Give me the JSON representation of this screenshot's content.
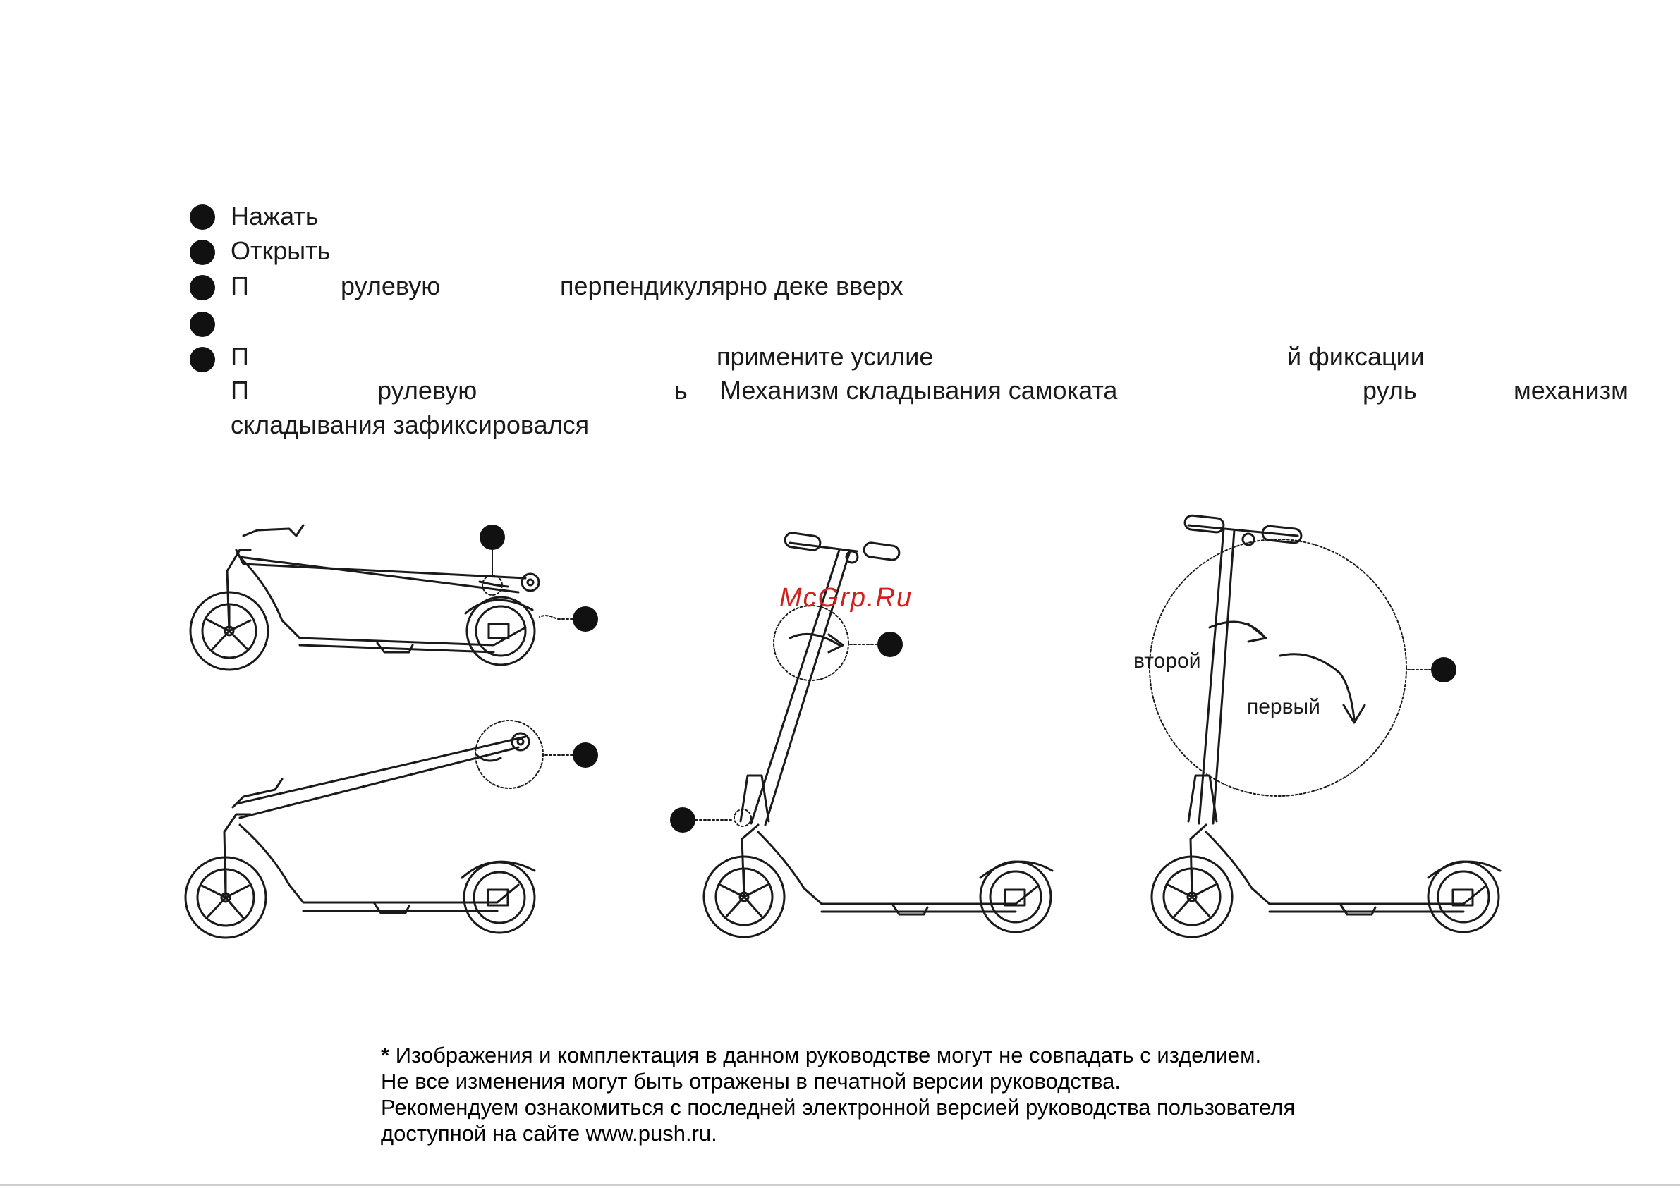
{
  "steps": {
    "s1": "Нажать",
    "s2": "Открыть",
    "s3": {
      "p": "П",
      "w1": "рулевую",
      "w2": "перпендикулярно деке вверх"
    },
    "s5": {
      "p": "П",
      "w1": "примените усилие",
      "w2": "й фиксации"
    },
    "s5b": {
      "p": "П",
      "w1": "рулевую",
      "w2": "ь",
      "w3": "Механизм складывания самоката",
      "w4": "руль",
      "w5": "механизм"
    },
    "s5c": "складывания зафиксировался"
  },
  "figure": {
    "watermark": "McGrp.Ru",
    "label_second": "второй",
    "label_first": "первый"
  },
  "footnote": {
    "star": "*",
    "line1": " Изображения и комплектация в данном руководстве могут не совпадать с изделием.",
    "line2": "Не все изменения могут быть отражены в печатной версии руководства.",
    "line3": "Рекомендуем ознакомиться с последней электронной версией руководства пользователя",
    "line4": "доступной на сайте www.push.ru."
  },
  "colors": {
    "ink": "#1a1a1a",
    "watermark": "#d21f1f",
    "bullet": "#111111"
  }
}
